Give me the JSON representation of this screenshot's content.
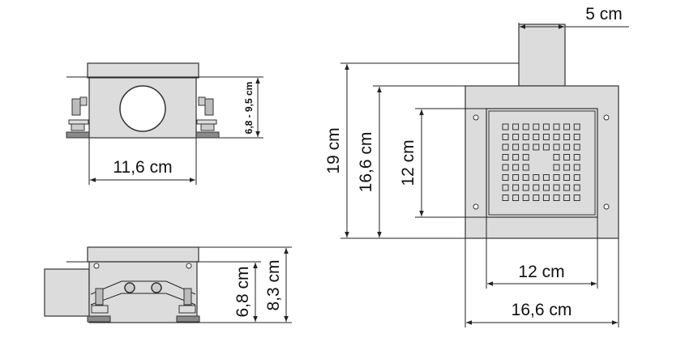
{
  "front_view": {
    "width_label": "11,6 cm",
    "height_label": "6,8 - 9,5 cm"
  },
  "side_view": {
    "inner_height_label": "6,8 cm",
    "total_height_label": "8,3 cm"
  },
  "top_view": {
    "outlet_width_label": "5 cm",
    "total_length_label": "19 cm",
    "plate_height_label": "16,6 cm",
    "grate_height_label": "12 cm",
    "grate_width_label": "12 cm",
    "plate_width_label": "16,6 cm"
  },
  "colors": {
    "part_fill": "#dcdcdc",
    "line": "#222222"
  }
}
